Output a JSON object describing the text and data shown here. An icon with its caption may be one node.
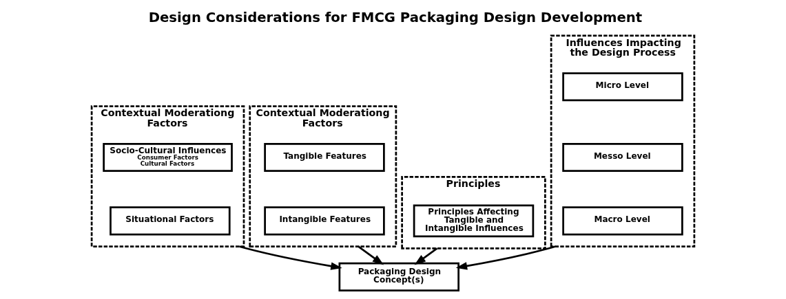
{
  "diagram": {
    "title": "Design Considerations for FMCG Packaging Design Development",
    "nodes": [
      {
        "text": [
          "Contextual Moderationg Factors"
        ]
      },
      {
        "text": [
          "Socio-Cultural Influences",
          "Consumer Factors",
          "Cultural Factors"
        ],
        "in": 0
      },
      {
        "text": [
          "Situational Factors"
        ],
        "in": 0
      },
      {
        "text": [
          "Contextual Moderationg Factors"
        ]
      },
      {
        "text": [
          "Tangible Features"
        ],
        "in": 3
      },
      {
        "text": [
          "Intangible Features"
        ],
        "in": 3
      },
      {
        "text": [
          "Principles"
        ]
      },
      {
        "text": [
          "Principles Affecting Tangible and Intangible Influences"
        ],
        "in": 6
      },
      {
        "text": [
          "Influences Impacting the Design Process"
        ]
      },
      {
        "text": [
          "Micro Level"
        ],
        "in": 8
      },
      {
        "text": [
          "Messo Level"
        ],
        "in": 8
      },
      {
        "text": [
          "Macro Level"
        ],
        "in": 8
      },
      {
        "text": [
          "Packaging Design Concept(s)"
        ]
      }
    ],
    "edges": [
      {
        "from": 0,
        "to": 12,
        "arrow": "to"
      },
      {
        "from": 3,
        "to": 12,
        "arrow": "to"
      },
      {
        "from": 6,
        "to": 12,
        "arrow": "to"
      },
      {
        "from": 8,
        "to": 12,
        "arrow": "to"
      }
    ]
  }
}
